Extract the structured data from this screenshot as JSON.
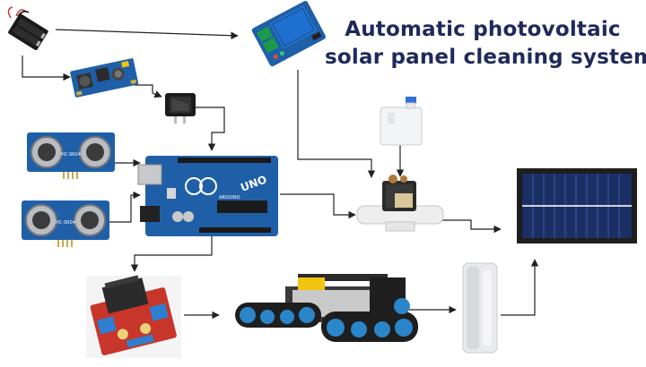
{
  "title": {
    "line1": "Automatic photovoltaic",
    "line2": "solar panel cleaning system"
  },
  "components": {
    "battery": "battery-holder",
    "buck": "dc-dc-buck-converter",
    "switch": "rocker-switch",
    "relay": "relay-module",
    "ultrasonic": "ultrasonic-sensor",
    "arduino": "arduino-uno",
    "tank": "water-tank",
    "valve": "solenoid-valve",
    "panel": "solar-panel",
    "driver": "motor-driver",
    "robot": "tracked-robot-chassis",
    "wiper": "cleaning-wiper"
  },
  "board_labels": {
    "arduino_uno": "UNO",
    "arduino_brand": "ARDUINO",
    "sensor_model": "HC-SR04"
  },
  "colors": {
    "title": "#1f2a5a",
    "arrow": "#222222",
    "pcb_blue": "#1f5fa8",
    "pcb_red": "#c8352b",
    "track_blue": "#2a86c9"
  }
}
